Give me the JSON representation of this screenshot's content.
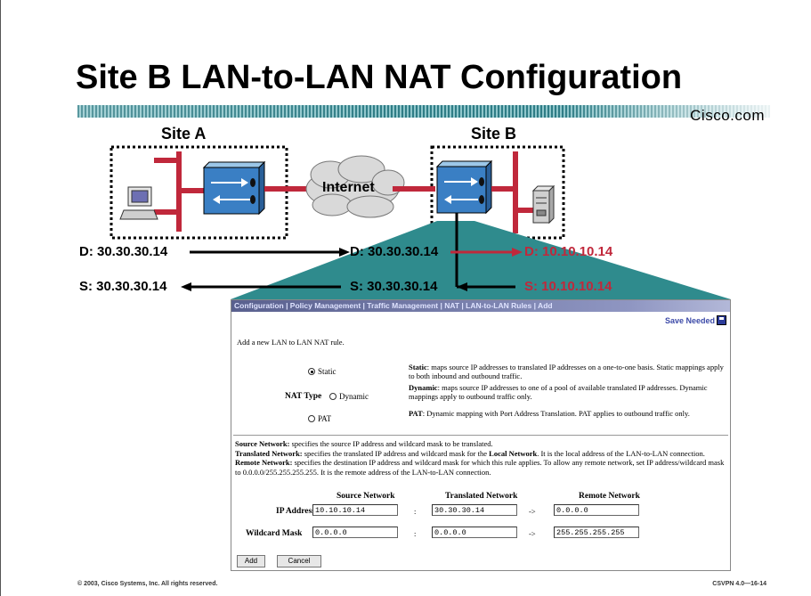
{
  "slide": {
    "title": "Site B LAN-to-LAN NAT Configuration",
    "cisco_com": "Cisco.com",
    "footer_left": "© 2003, Cisco Systems, Inc. All rights reserved.",
    "footer_right": "CSVPN 4.0—16-14"
  },
  "diagram": {
    "site_a": "Site A",
    "site_b": "Site B",
    "cloud": "Internet",
    "row1": {
      "left": "D: 30.30.30.14",
      "middle": "D: 30.30.30.14",
      "right": "D: 10.10.10.14"
    },
    "row2": {
      "left": "S: 30.30.30.14",
      "middle": "S: 30.30.30.14",
      "right": "S: 10.10.10.14"
    },
    "colors": {
      "accent_red": "#c0283b",
      "teal": "#2f8b8d"
    }
  },
  "window": {
    "breadcrumb": "Configuration | Policy Management | Traffic Management | NAT | LAN-to-LAN Rules | Add",
    "save_needed": "Save Needed",
    "intro": "Add a new LAN to LAN NAT rule.",
    "nat_type_label": "NAT Type",
    "options": [
      {
        "label": "Static",
        "selected": true
      },
      {
        "label": "Dynamic",
        "selected": false
      },
      {
        "label": "PAT",
        "selected": false
      }
    ],
    "descriptions": {
      "static_term": "Static",
      "static_text": ": maps source IP addresses to translated IP addresses on a one-to-one basis. Static mappings apply to both inbound and outbound traffic.",
      "dynamic_term": "Dynamic",
      "dynamic_text": ": maps source IP addresses to one of a pool of available translated IP addresses. Dynamic mappings apply to outbound traffic only.",
      "pat_term": "PAT",
      "pat_text": ": Dynamic mapping with Port Address Translation. PAT applies to outbound traffic only."
    },
    "notes": {
      "source_term": "Source Network:",
      "source_text": " specifies the source IP address and wildcard mask to be translated.",
      "translated_term": "Translated Network:",
      "translated_text_a": " specifies the translated IP address and wildcard mask for the ",
      "translated_local": "Local Network",
      "translated_text_b": ". It is the local address of the LAN-to-LAN connection.",
      "remote_term": "Remote Network:",
      "remote_text": " specifies the destination IP address and wildcard mask for which this rule applies. To allow any remote network, set IP address/wildcard mask to 0.0.0.0/255.255.255.255. It is the remote address of the LAN-to-LAN connection."
    },
    "columns": {
      "source": "Source Network",
      "translated": "Translated Network",
      "remote": "Remote Network"
    },
    "rows": {
      "ip_label": "IP Address",
      "mask_label": "Wildcard Mask",
      "colon": ":",
      "arrow": "->",
      "ip": {
        "source": "10.10.10.14",
        "translated": "30.30.30.14",
        "remote": "0.0.0.0"
      },
      "mask": {
        "source": "0.0.0.0",
        "translated": "0.0.0.0",
        "remote": "255.255.255.255"
      }
    },
    "buttons": {
      "add": "Add",
      "cancel": "Cancel"
    }
  }
}
